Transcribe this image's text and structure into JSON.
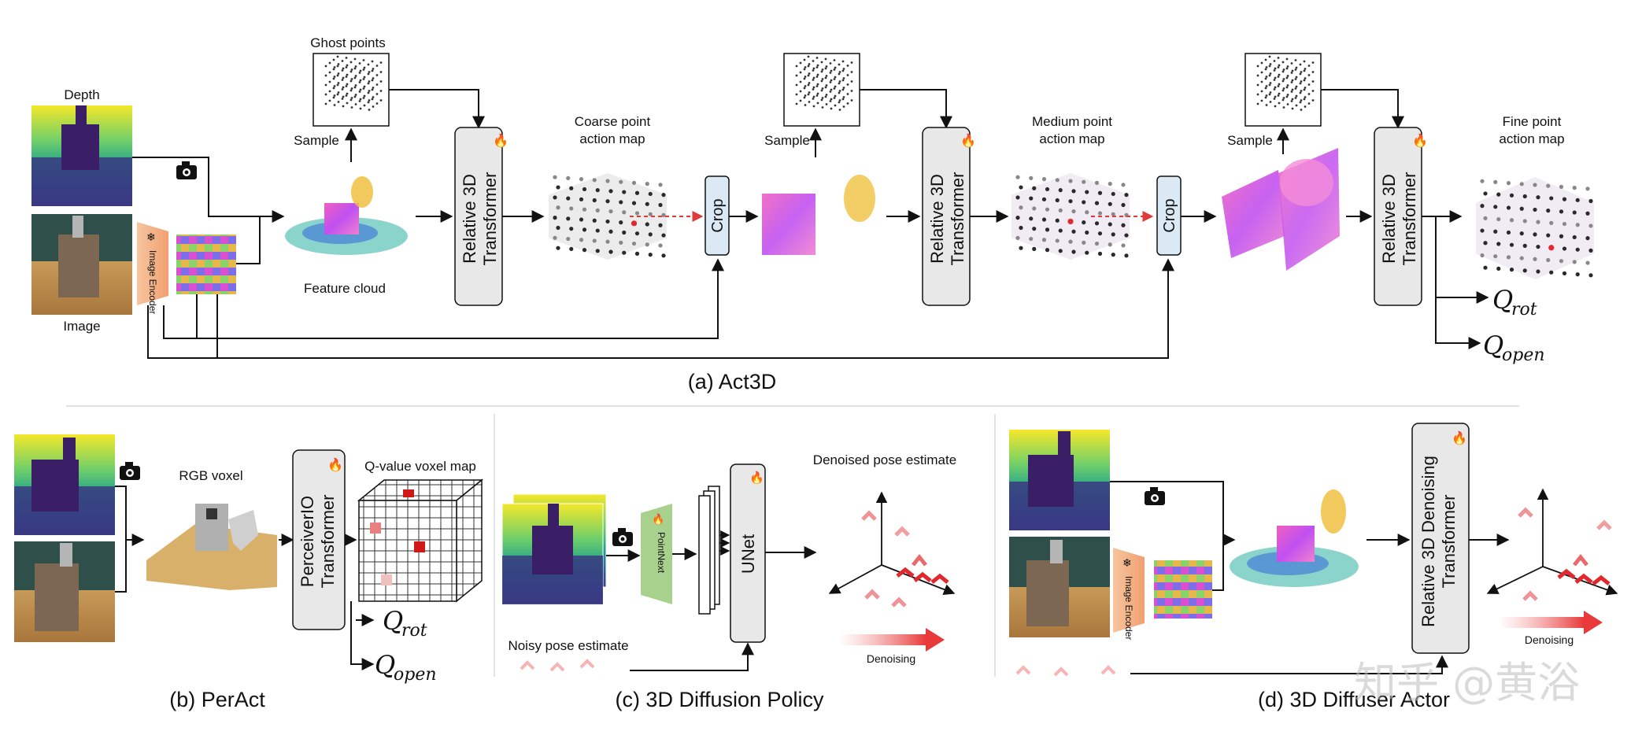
{
  "panel_a": {
    "caption": "(a) Act3D",
    "depth_label": "Depth",
    "image_label": "Image",
    "image_encoder": "Image Encoder",
    "ghost_points_label": "Ghost points",
    "sample_label": "Sample",
    "feature_cloud_label": "Feature cloud",
    "transformer_label_1": "Relative 3D",
    "transformer_label_2": "Transformer",
    "coarse_map_1": "Coarse point",
    "coarse_map_2": "action map",
    "medium_map_1": "Medium point",
    "medium_map_2": "action map",
    "fine_map_1": "Fine point",
    "fine_map_2": "action map",
    "crop_label": "Crop",
    "q_rot_main": "Q",
    "q_rot_sub": "rot",
    "q_open_main": "Q",
    "q_open_sub": "open"
  },
  "panel_b": {
    "caption": "(b) PerAct",
    "rgb_voxel_label": "RGB voxel",
    "transformer_label_1": "PerceiverIO",
    "transformer_label_2": "Transformer",
    "qvalue_map_label": "Q-value voxel map",
    "q_rot_main": "Q",
    "q_rot_sub": "rot",
    "q_open_main": "Q",
    "q_open_sub": "open"
  },
  "panel_c": {
    "caption": "(c) 3D Diffusion Policy",
    "pointnext_label": "PointNext",
    "unet_label": "UNet",
    "denoised_label": "Denoised pose estimate",
    "noisy_label": "Noisy pose estimate",
    "denoising_label": "Denoising"
  },
  "panel_d": {
    "caption": "(d) 3D Diffuser Actor",
    "image_encoder": "Image Encoder",
    "transformer_label_1": "Relative 3D Denoising",
    "transformer_label_2": "Transformer",
    "denoising_label": "Denoising"
  },
  "watermark": "知乎 @黄浴",
  "colors": {
    "box_fill": "#e8e8e8",
    "crop_fill": "#dbe9f5",
    "encoder_fill": "#f4b183",
    "pointnext_fill": "#a9d18e",
    "pose_red": "#e0282e",
    "magenta": "#e040d0"
  }
}
